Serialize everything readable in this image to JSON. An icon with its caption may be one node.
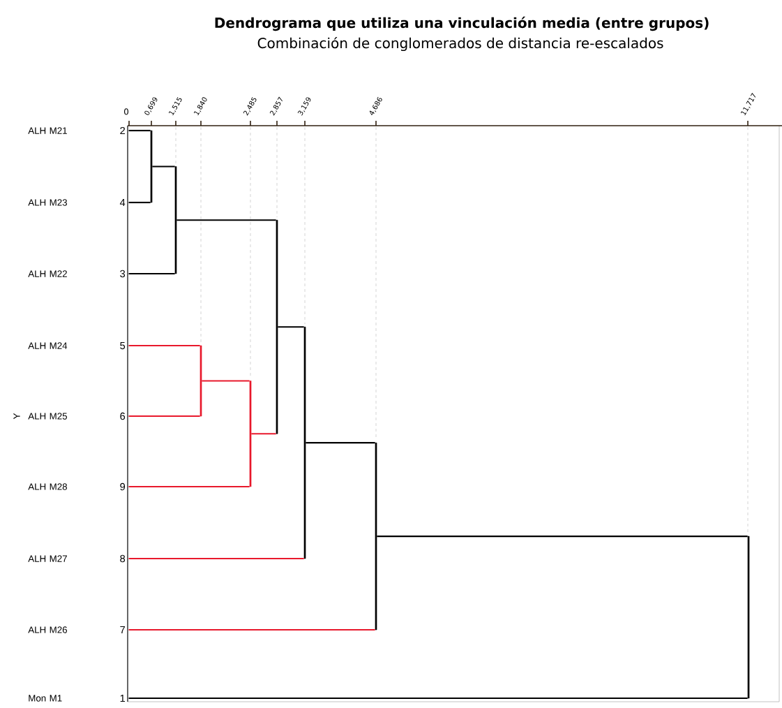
{
  "diagram": {
    "title": "Dendrograma que utiliza una vinculación media (entre grupos)",
    "nodes": [
      {
        "text": [
          "ALH M21"
        ],
        "beside": [
          "2"
        ]
      },
      {
        "text": [
          "ALH M23"
        ],
        "beside": [
          "4"
        ]
      },
      {
        "text": [
          "ALH M22"
        ],
        "beside": [
          "3"
        ]
      },
      {
        "text": [
          "ALH M24"
        ],
        "beside": [
          "5"
        ]
      },
      {
        "text": [
          "ALH M25"
        ],
        "beside": [
          "6"
        ]
      },
      {
        "text": [
          "ALH M28"
        ],
        "beside": [
          "9"
        ]
      },
      {
        "text": [
          "ALH M27"
        ],
        "beside": [
          "8"
        ]
      },
      {
        "text": [
          "ALH M26"
        ],
        "beside": [
          "7"
        ]
      },
      {
        "text": [
          "Mon M1"
        ],
        "beside": [
          "1"
        ]
      },
      {
        "text": [],
        "shape": "bar"
      },
      {
        "text": [],
        "shape": "bar"
      },
      {
        "text": [],
        "shape": "bar"
      },
      {
        "text": [],
        "shape": "bar"
      },
      {
        "text": [],
        "shape": "bar"
      },
      {
        "text": [],
        "shape": "bar"
      },
      {
        "text": [],
        "shape": "bar"
      },
      {
        "text": [],
        "shape": "bar"
      }
    ],
    "edges": [
      {
        "from": 0,
        "to": 9,
        "arrow": "none"
      },
      {
        "from": 1,
        "to": 9,
        "arrow": "none"
      },
      {
        "from": 9,
        "to": 10,
        "arrow": "none"
      },
      {
        "from": 2,
        "to": 10,
        "arrow": "none"
      },
      {
        "from": 3,
        "to": 11,
        "arrow": "none",
        "color": "#e8192c"
      },
      {
        "from": 4,
        "to": 11,
        "arrow": "none",
        "color": "#e8192c"
      },
      {
        "from": 11,
        "to": 12,
        "arrow": "none",
        "color": "#e8192c"
      },
      {
        "from": 5,
        "to": 12,
        "arrow": "none",
        "color": "#e8192c"
      },
      {
        "from": 10,
        "to": 13,
        "arrow": "none"
      },
      {
        "from": 12,
        "to": 13,
        "arrow": "none",
        "color": "#e8192c"
      },
      {
        "from": 13,
        "to": 14,
        "arrow": "none"
      },
      {
        "from": 6,
        "to": 14,
        "arrow": "none",
        "color": "#e8192c"
      },
      {
        "from": 14,
        "to": 15,
        "arrow": "none"
      },
      {
        "from": 7,
        "to": 15,
        "arrow": "none",
        "color": "#e8192c"
      },
      {
        "from": 15,
        "to": 16,
        "arrow": "none"
      },
      {
        "from": 8,
        "to": 16,
        "arrow": "none"
      }
    ],
    "labels": [
      "Combinación de conglomerados de distancia re-escalados",
      "0",
      "0,699",
      "1,515",
      "1,840",
      "2,485",
      "2,857",
      "3,159",
      "4,686",
      "11,717",
      "Y"
    ]
  }
}
